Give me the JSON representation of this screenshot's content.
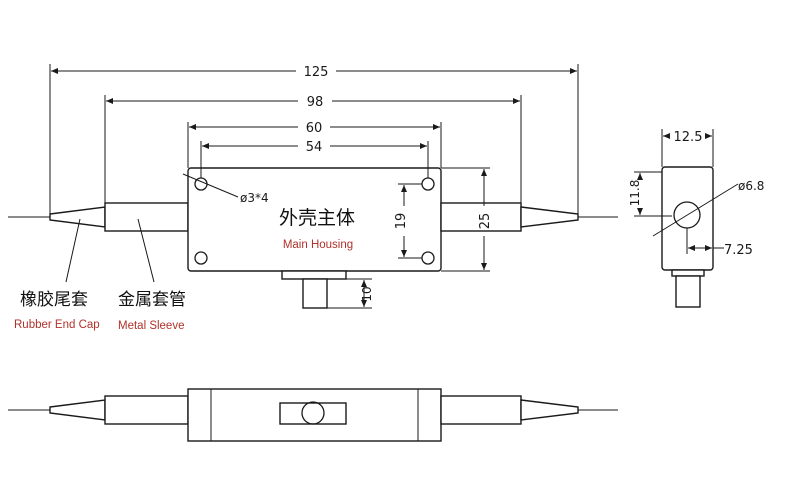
{
  "dimensions": {
    "overall_length": "125",
    "sleeve_span": "98",
    "housing_length": "60",
    "hole_spacing": "54",
    "mount_hole": "ø3*4",
    "hole_spacing_vertical": "19",
    "housing_width": "25",
    "port_height": "10",
    "end_view_width": "12.5",
    "end_view_height": "11.8",
    "port_diameter": "ø6.8",
    "port_offset": "7.25"
  },
  "labels": {
    "main_housing_cn": "外壳主体",
    "main_housing_en": "Main Housing",
    "rubber_end_cap_cn": "橡胶尾套",
    "rubber_end_cap_en": "Rubber End Cap",
    "metal_sleeve_cn": "金属套管",
    "metal_sleeve_en": "Metal Sleeve"
  },
  "colors": {
    "line": "#1a1a1a",
    "english_label": "#b0322b"
  }
}
